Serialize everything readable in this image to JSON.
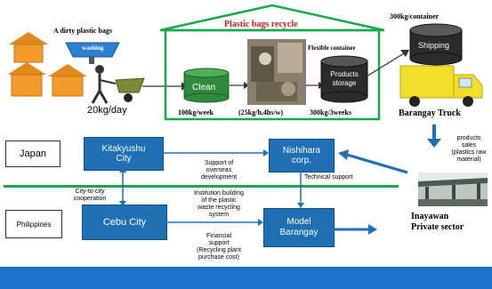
{
  "top": {
    "dirty_bags_label": "A dirty  plastic bags",
    "washing_label": "washing",
    "weight_per_day": "20kg/day",
    "recycle_title": "Plastic bags recycle",
    "clean_label": "Clean",
    "clean_rate": "100kg/week",
    "process_rate": "(25kg/h,4hs/w)",
    "flexible_container": "Flexible container",
    "storage_label": "Products\nstorage",
    "storage_rate": "300kg/3weeks",
    "container_header": "300kg/container",
    "shipping_label": "Shipping",
    "truck_label": "Barangay  Truck"
  },
  "bottom": {
    "japan_label": "Japan",
    "philippines_label": "Philippines",
    "kitakyushu_label": "Kitakyushu\nCity",
    "nishihara_label": "Nishihara\ncorp.",
    "cebu_label": "Cebu City",
    "model_label": "Model\nBarangay",
    "support_overseas": "Support of\noverseas\ndevelopment",
    "technical_support": "Technical support",
    "city_cooperation": "City-to-city\ncooperation",
    "institution_building": "Institution building\nof the plastic\nwaste recycling\nsystem",
    "financial_support": "Financial\nsupport\n(Recycling plant\npurchase cost)",
    "products_sales": "products\nsales\n(plastics raw\nmaterial)",
    "inayawan_label": "Inayawan\nPrivate sector"
  },
  "colors": {
    "box_blue": "#1f6fb5",
    "green_line": "#1aa84f",
    "footer_blue": "#1a73c8",
    "truck_yellow": "#f3de2c",
    "house_orange": "#f39c2b"
  }
}
